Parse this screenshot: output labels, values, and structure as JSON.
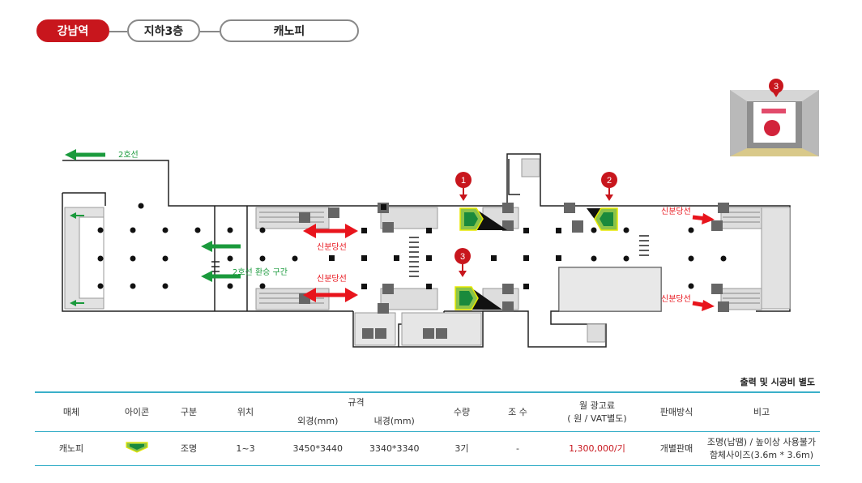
{
  "breadcrumb": {
    "station": "강남역",
    "floor": "지하3층",
    "media": "캐노피"
  },
  "map": {
    "line2_label": "2호선",
    "transfer_label": "2호선 환승 구간",
    "shinbundang_label": "신분당선",
    "markers": [
      "1",
      "2",
      "3"
    ],
    "photo_marker": "3",
    "colors": {
      "green": "#1a9a3c",
      "red": "#e8141c",
      "marker": "#c8161d",
      "canopy": "#8bc34a"
    }
  },
  "note": "출력 및 시공비 별도",
  "table": {
    "headers": {
      "media": "매체",
      "icon": "아이콘",
      "category": "구분",
      "location": "위치",
      "spec": "규격",
      "outer": "외경(mm)",
      "inner": "내경(mm)",
      "quantity": "수량",
      "sides": "조 수",
      "fee_line1": "월 광고료",
      "fee_line2": "( 원 / VAT별도)",
      "sales": "판매방식",
      "remarks": "비고"
    },
    "row": {
      "media": "캐노피",
      "category": "조명",
      "location": "1~3",
      "outer": "3450*3440",
      "inner": "3340*3340",
      "quantity": "3기",
      "sides": "-",
      "fee": "1,300,000/기",
      "sales": "개별판매",
      "remarks_line1": "조명(납땜) / 높이상 사용불가",
      "remarks_line2": "함체사이즈(3.6m * 3.6m)"
    }
  }
}
